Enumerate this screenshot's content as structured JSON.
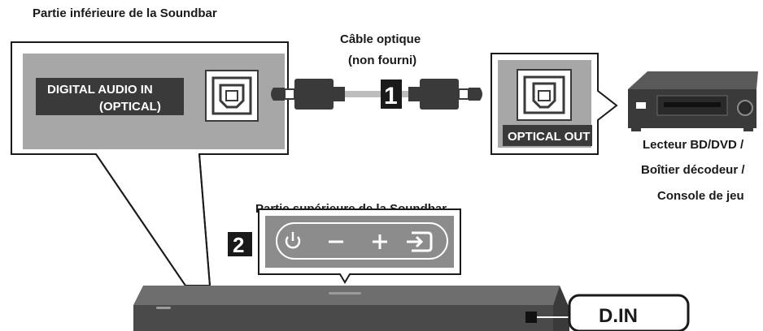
{
  "labels": {
    "bottom_title": "Partie inférieure de la Soundbar",
    "cable_line1": "Câble optique",
    "cable_line2": "(non fourni)",
    "top_title": "Partie supérieure de la Soundbar",
    "digital_in_line1": "DIGITAL AUDIO IN",
    "digital_in_line2": "(OPTICAL)",
    "optical_out": "OPTICAL OUT",
    "device_line1": "Lecteur BD/DVD /",
    "device_line2": "Boîtier décodeur /",
    "device_line3": "Console de jeu",
    "step1": "1",
    "step2": "2",
    "display": "D.IN"
  },
  "icons": {
    "power": "power-icon",
    "minus": "minus-icon",
    "plus": "plus-icon",
    "source": "input-source-icon",
    "port": "optical-port-icon"
  },
  "colors": {
    "panel": "#a7a7a7",
    "dark": "#3a3a3a",
    "bar": "#5a5a5a",
    "button_panel": "#8c8c8c"
  }
}
